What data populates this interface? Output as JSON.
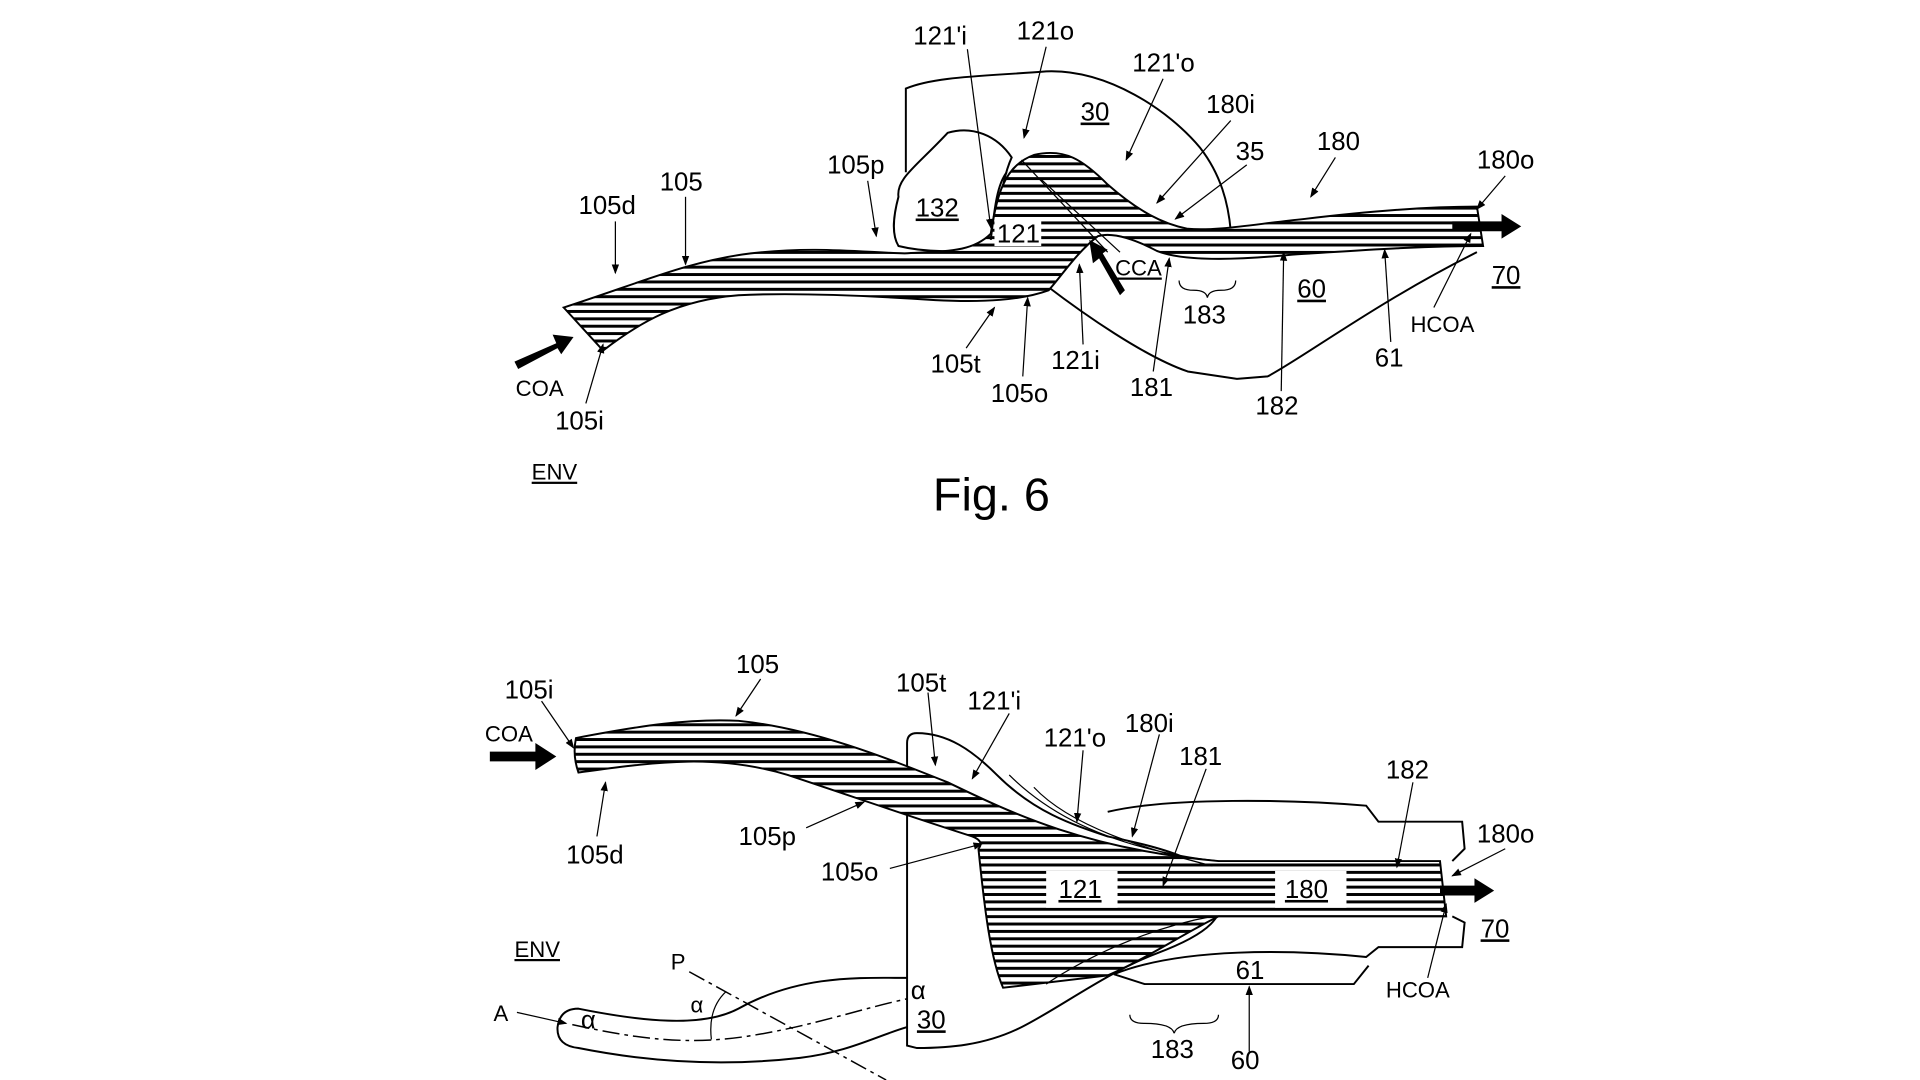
{
  "fig6": {
    "caption": "Fig. 6",
    "labels": {
      "l121pi": "121'i",
      "l121o": "121o",
      "l121po": "121'o",
      "l30": "30",
      "l180i": "180i",
      "l35": "35",
      "l180": "180",
      "l180o": "180o",
      "l105p": "105p",
      "l105": "105",
      "l105d": "105d",
      "l132": "132",
      "l121": "121",
      "lCCA": "CCA",
      "l183": "183",
      "l60": "60",
      "l70": "70",
      "lHCOA": "HCOA",
      "l61": "61",
      "l105t": "105t",
      "l121i": "121i",
      "l105o": "105o",
      "l181": "181",
      "l182": "182",
      "lCOA": "COA",
      "l105i": "105i",
      "lENV": "ENV"
    }
  },
  "fig7": {
    "labels": {
      "l105": "105",
      "l105i": "105i",
      "lCOA": "COA",
      "l105t": "105t",
      "l121pi": "121'i",
      "l121po": "121'o",
      "l180i": "180i",
      "l181": "181",
      "l182": "182",
      "l180o": "180o",
      "l105p": "105p",
      "l105d": "105d",
      "l105o": "105o",
      "l121": "121",
      "l180": "180",
      "l70": "70",
      "lENV": "ENV",
      "lP": "P",
      "lalpha": "α",
      "lA": "A",
      "lalpha2": "α",
      "lalpha3": "α",
      "l30": "30",
      "l61": "61",
      "lHCOA": "HCOA",
      "l183": "183",
      "l60": "60"
    }
  },
  "colors": {
    "ink": "#000000",
    "paper": "#ffffff"
  }
}
